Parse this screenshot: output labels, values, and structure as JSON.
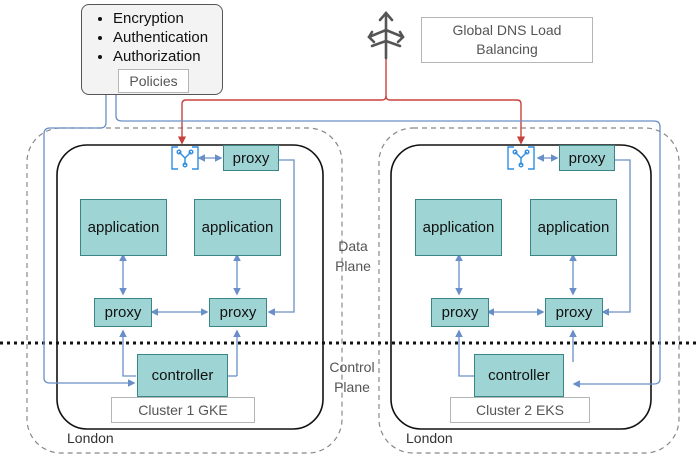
{
  "policies_box": {
    "items": [
      "Encryption",
      "Authentication",
      "Authorization"
    ],
    "label": "Policies"
  },
  "global_dns": {
    "label_line1": "Global DNS Load",
    "label_line2": "Balancing",
    "icon": "load-balancer-icon"
  },
  "planes": {
    "data_line1": "Data",
    "data_line2": "Plane",
    "control_line1": "Control",
    "control_line2": "Plane"
  },
  "clusters": [
    {
      "name": "Cluster 1 GKE",
      "region": "London",
      "gateway_proxy": "proxy",
      "applications": [
        "application",
        "application"
      ],
      "proxies": [
        "proxy",
        "proxy"
      ],
      "controller": "controller",
      "gateway_icon": "circuit-gateway-icon"
    },
    {
      "name": "Cluster 2 EKS",
      "region": "London",
      "gateway_proxy": "proxy",
      "applications": [
        "application",
        "application"
      ],
      "proxies": [
        "proxy",
        "proxy"
      ],
      "controller": "controller",
      "gateway_icon": "circuit-gateway-icon"
    }
  ],
  "colors": {
    "teal_fill": "#9fd4d4",
    "teal_border": "#3a8585",
    "link_blue": "#6a8fc8",
    "dns_red": "#c8423d",
    "gateway_blue": "#2f8ee0"
  }
}
